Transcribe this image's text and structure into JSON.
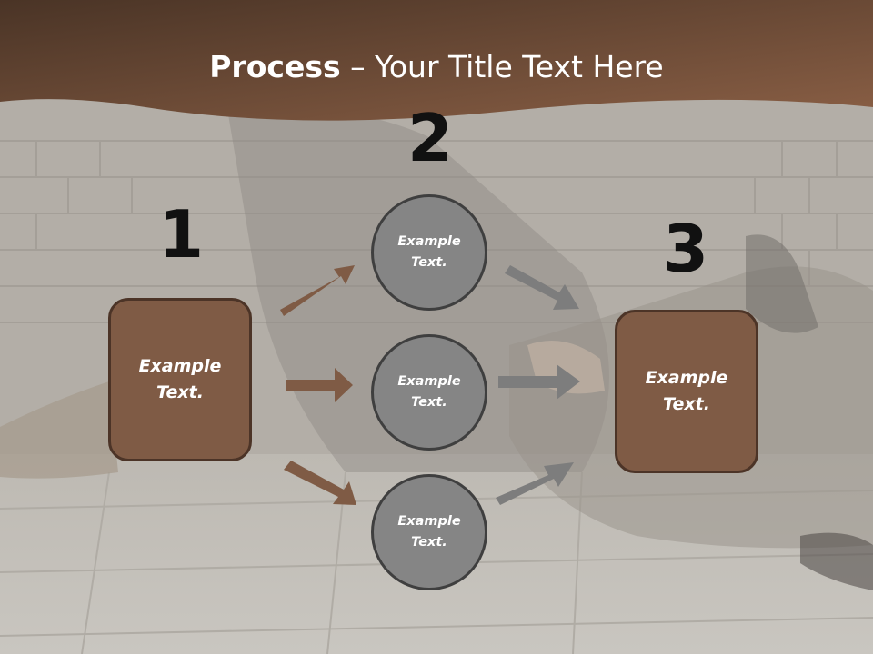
{
  "title": {
    "bold": "Process",
    "rest": " – Your Title Text Here"
  },
  "steps": {
    "one": "1",
    "two": "2",
    "three": "3"
  },
  "boxes": {
    "left": "Example Text.",
    "right": "Example Text."
  },
  "circles": {
    "top": "Example Text.",
    "middle": "Example Text.",
    "bottom": "Example Text."
  },
  "colors": {
    "header_brown": "#6b4a35",
    "box_fill": "#7f5b45",
    "box_border": "#4c3427",
    "circle_fill": "#858585",
    "circle_border": "#3f3f3f",
    "arrow_brown": "#7f5b45",
    "arrow_gray": "#7d7d7d"
  }
}
